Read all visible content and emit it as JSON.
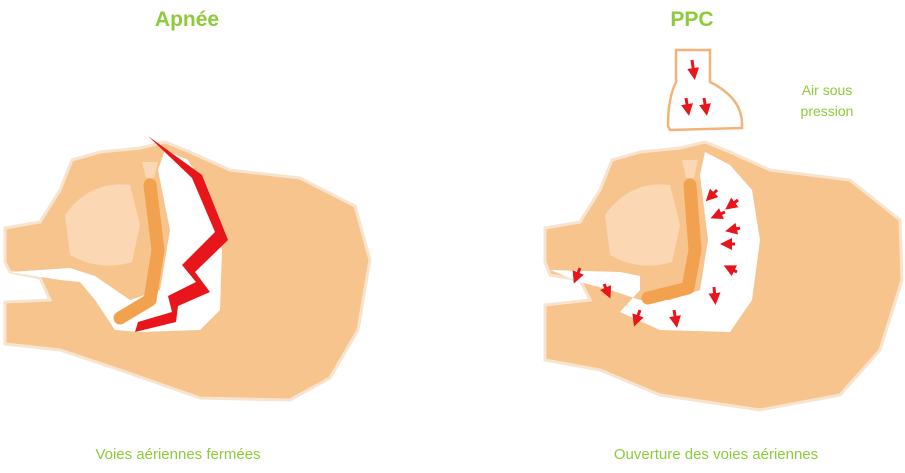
{
  "left_panel": {
    "title": "Apnée",
    "caption": "Voies aériennes fermées"
  },
  "right_panel": {
    "title": "PPC",
    "caption": "Ouverture des voies aériennes",
    "pressure_label_line1": "Air sous",
    "pressure_label_line2": "pression"
  },
  "colors": {
    "skin": "#f7c48e",
    "outline": "#f7e4cf",
    "tongue": "#f2a14e",
    "palate": "#fbd8b3",
    "airway": "#ffffff",
    "obstruction": "#e8151b",
    "arrow": "#e8151b",
    "label": "#8ecb3a"
  }
}
